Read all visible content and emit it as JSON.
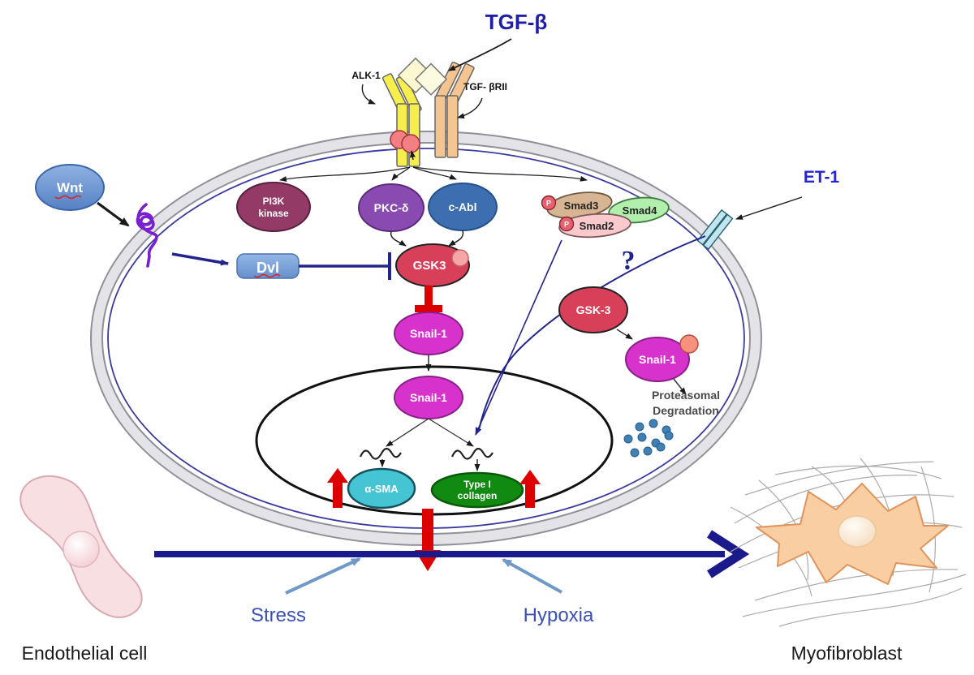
{
  "labels": {
    "tgf_beta": "TGF-β",
    "alk1": "ALK-1",
    "tgf_brii": "TGF- βRII",
    "et1": "ET-1",
    "wnt": "Wnt",
    "dvl": "Dvl",
    "pi3k_line1": "PI3K",
    "pi3k_line2": "kinase",
    "pkc_delta": "PKC-δ",
    "c_abl": "c-Abl",
    "gsk3": "GSK3",
    "smad3": "Smad3",
    "smad4": "Smad4",
    "smad2": "Smad2",
    "p": "P",
    "snail1_cyto": "Snail-1",
    "snail1_nuclear": "Snail-1",
    "gsk3_right": "GSK-3",
    "snail1_right": "Snail-1",
    "alpha_sma": "α-SMA",
    "collagen_line1": "Type I",
    "collagen_line2": "collagen",
    "proteasomal_line1": "Proteasomal",
    "proteasomal_line2": "Degradation",
    "question": "?",
    "stress": "Stress",
    "hypoxia": "Hypoxia",
    "endothelial_cell": "Endothelial cell",
    "myofibroblast": "Myofibroblast"
  },
  "colors": {
    "title_blue": "#1E1EA8",
    "et1_blue": "#2424D8",
    "signal_navy": "#23238E",
    "big_arrow_navy": "#1A1A8C",
    "stress_hypoxia_blue": "#3A50B8",
    "steel_arrow": "#7099C8",
    "emphasis_red": "#DD0000",
    "gsk3_red": "#D8405A",
    "snail_magenta": "#D733CC",
    "pi3k_berry": "#943A66",
    "pkc_purple": "#8A4BB0",
    "cabl_blue": "#3D6FB0",
    "asma_teal": "#45C4D4",
    "collagen_green": "#108A10",
    "smad3_tan": "#D8B592",
    "smad4_green": "#B2EFAC",
    "smad2_pink": "#F9C9CE",
    "phospho_red": "#E8616E",
    "wnt_blue": "#6F9AD6",
    "alk1_yellow": "#F6EE4C",
    "tgfbrii_orange": "#F4C491",
    "ligand_cream": "#FBF7D0",
    "et1_receptor_cyan": "#C2E6EF",
    "membrane_gray": "#E3E3E8",
    "dot_blue": "#4080B5",
    "endothelial_pink": "#F8E0E2",
    "myofibroblast_orange": "#F9CEA2"
  }
}
